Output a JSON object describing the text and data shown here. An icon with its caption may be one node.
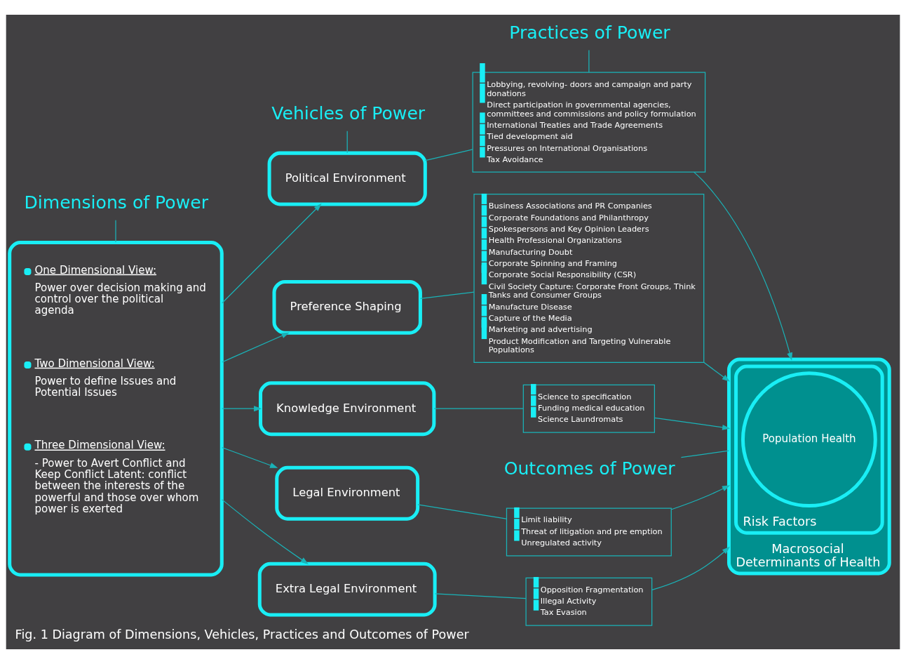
{
  "diagram": {
    "caption": "Fig. 1 Diagram of Dimensions, Vehicles, Practices and Outcomes of Power",
    "nodes": [
      {
        "text": [
          "Dimensions of Power"
        ]
      },
      {
        "text": [
          "Vehicles of Power"
        ]
      },
      {
        "text": [
          "Practices of Power"
        ]
      },
      {
        "text": [
          "Outcomes of Power"
        ]
      },
      {
        "text": [
          "One Dimensional View:",
          "Power over decision making and control over the political agenda",
          "Two Dimensional View:",
          "Power to define Issues and Potential Issues",
          "Three Dimensional View:",
          "- Power to Avert Conflict and Keep Conflict Latent: conflict between the interests of the powerful and those over whom power is exerted"
        ]
      },
      {
        "text": [
          "Political Environment"
        ]
      },
      {
        "text": [
          "Preference Shaping"
        ]
      },
      {
        "text": [
          "Knowledge Environment"
        ]
      },
      {
        "text": [
          "Legal Environment"
        ]
      },
      {
        "text": [
          "Extra Legal Environment"
        ]
      },
      {
        "text": [
          "Lobbying, revolving- doors and campaign and party donations",
          "Direct participation in governmental agencies, committees and commissions and policy formulation",
          "International Treaties and Trade Agreements",
          "Tied development aid",
          "Pressures on International Organisations",
          "Tax Avoidance"
        ]
      },
      {
        "text": [
          "Business Associations and PR Companies",
          "Corporate Foundations and Philanthropy",
          "Spokespersons and Key Opinion Leaders",
          "Health Professional Organizations",
          "Manufacturing Doubt",
          "Corporate Spinning and Framing",
          "Corporate Social Responsibility (CSR)",
          "Civil Society Capture: Corporate Front Groups, Think Tanks and Consumer Groups",
          "Manufacture Disease",
          "Capture of the Media",
          "Marketing and advertising",
          "Product Modification and Targeting Vulnerable Populations"
        ]
      },
      {
        "text": [
          "Science to specification",
          "Funding medical education",
          "Science Laundromats"
        ]
      },
      {
        "text": [
          "Limit liability",
          "Threat of litigation and pre emption",
          "Unregulated activity"
        ]
      },
      {
        "text": [
          "Opposition Fragmentation",
          "Illegal Activity",
          "Tax Evasion"
        ]
      },
      {
        "text": [
          "Macrosocial Determinants of Health"
        ]
      },
      {
        "text": [
          "Risk Factors"
        ],
        "in": 15
      },
      {
        "text": [
          "Population Health"
        ],
        "in": 16
      }
    ],
    "edges": [
      {
        "from": 0,
        "to": 4,
        "arrow": "none"
      },
      {
        "from": 1,
        "to": 5,
        "arrow": "none"
      },
      {
        "from": 2,
        "to": 10,
        "arrow": "none"
      },
      {
        "from": 3,
        "to": 15,
        "arrow": "none"
      },
      {
        "from": 4,
        "to": 5,
        "arrow": "to"
      },
      {
        "from": 4,
        "to": 6,
        "arrow": "to"
      },
      {
        "from": 4,
        "to": 7,
        "arrow": "to"
      },
      {
        "from": 4,
        "to": 8,
        "arrow": "to"
      },
      {
        "from": 4,
        "to": 9,
        "arrow": "to"
      },
      {
        "from": 5,
        "to": 10,
        "arrow": "none"
      },
      {
        "from": 6,
        "to": 11,
        "arrow": "none"
      },
      {
        "from": 7,
        "to": 12,
        "arrow": "none"
      },
      {
        "from": 8,
        "to": 13,
        "arrow": "none"
      },
      {
        "from": 9,
        "to": 14,
        "arrow": "none"
      },
      {
        "from": 10,
        "to": 15,
        "arrow": "to"
      },
      {
        "from": 11,
        "to": 15,
        "arrow": "to"
      },
      {
        "from": 12,
        "to": 15,
        "arrow": "to"
      },
      {
        "from": 13,
        "to": 15,
        "arrow": "to"
      },
      {
        "from": 14,
        "to": 15,
        "arrow": "to"
      }
    ]
  }
}
